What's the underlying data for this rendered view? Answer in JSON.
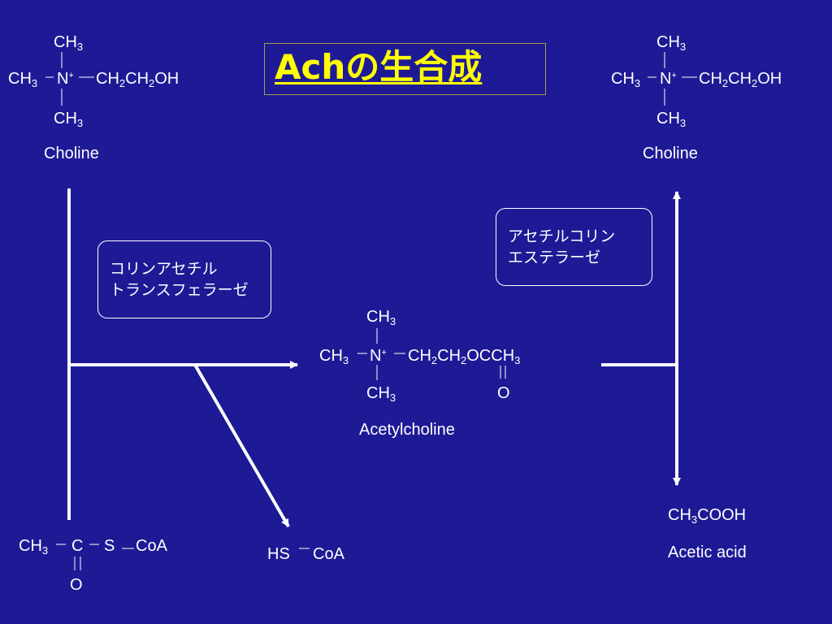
{
  "title": "Achの生合成",
  "choline_left": {
    "ch3_top": "CH",
    "ch3_left": "CH",
    "n": "N",
    "chain_a": "CH",
    "chain_b": "CH",
    "chain_c": "OH",
    "ch3_bottom": "CH",
    "name": "Choline",
    "sub3": "3",
    "sub2": "2",
    "plus": "+"
  },
  "choline_right": {
    "ch3_top": "CH",
    "ch3_left": "CH",
    "n": "N",
    "chain_a": "CH",
    "chain_b": "CH",
    "chain_c": "OH",
    "ch3_bottom": "CH",
    "name": "Choline",
    "sub3": "3",
    "sub2": "2",
    "plus": "+"
  },
  "enzyme_left": {
    "line1": "コリンアセチル",
    "line2": "トランスフェラーゼ"
  },
  "enzyme_right": {
    "line1": "アセチルコリン",
    "line2": "エステラーゼ"
  },
  "acetylcholine": {
    "ch3_top": "CH",
    "ch3_left": "CH",
    "n": "N",
    "chain_a": "CH",
    "chain_b": "CH",
    "chain_c": "OCCH",
    "ch3_bottom": "CH",
    "carbonyl_o": "O",
    "name": "Acetylcholine",
    "sub3": "3",
    "sub2": "2",
    "plus": "+"
  },
  "acetyl_coa": {
    "ch3": "CH",
    "sub3": "3",
    "c": "C",
    "s": "S",
    "coa": "CoA",
    "o": "O"
  },
  "hs_coa": {
    "hs": "HS",
    "coa": "CoA"
  },
  "acetic_acid": {
    "formula_a": "CH",
    "sub3": "3",
    "formula_b": "COOH",
    "name": "Acetic acid"
  },
  "colors": {
    "background": "#1e1a96",
    "title": "#ffff00",
    "text": "#ffffff"
  }
}
